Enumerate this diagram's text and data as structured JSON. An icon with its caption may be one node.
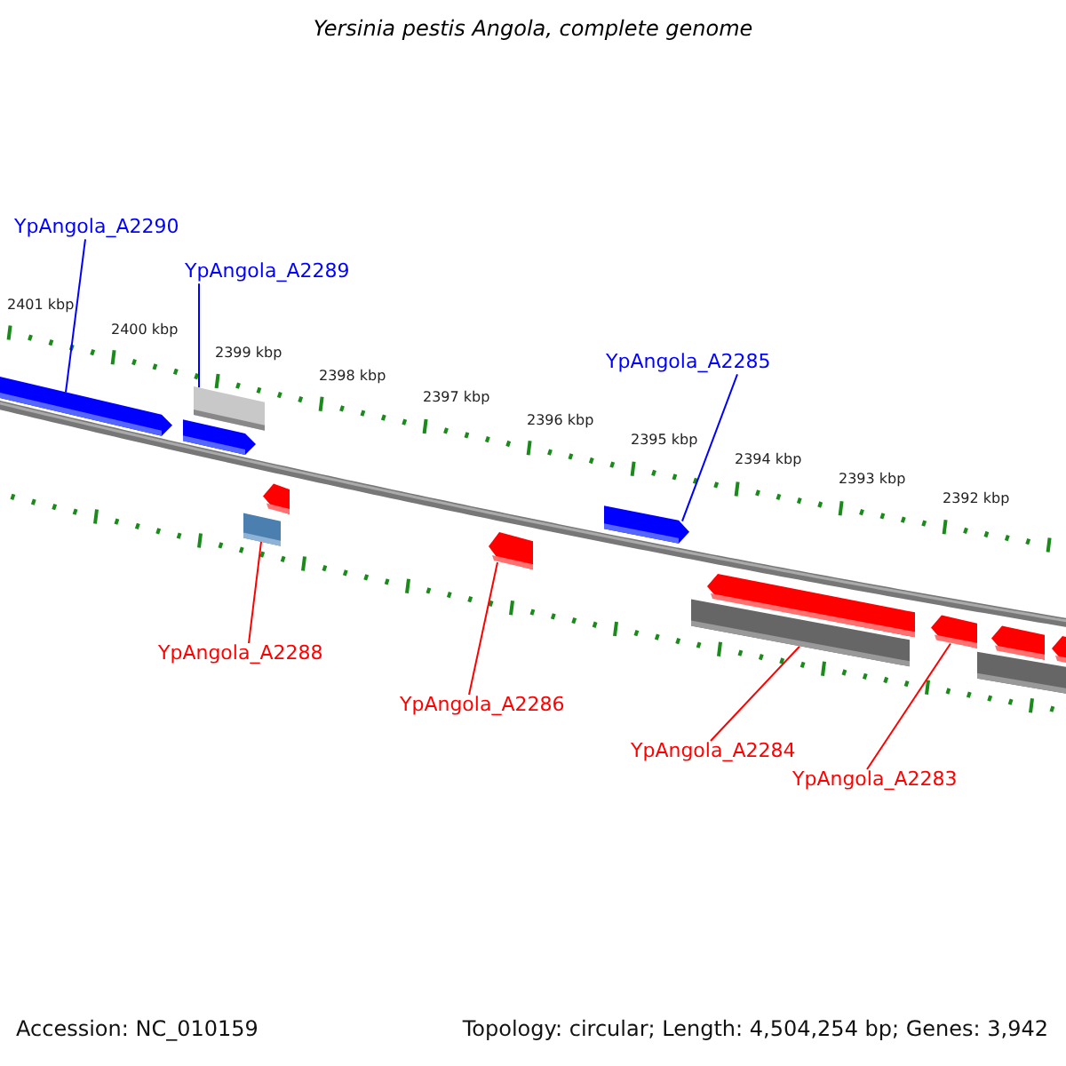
{
  "diagram": {
    "title": "Yersinia pestis Angola, complete genome",
    "nodes": [
      {
        "text": [
          "YpAngola_A2290"
        ]
      },
      {
        "text": [
          "YpAngola_A2289"
        ]
      },
      {
        "text": [
          "YpAngola_A2285"
        ]
      },
      {
        "text": [
          "YpAngola_A2288"
        ]
      },
      {
        "text": [
          "YpAngola_A2286"
        ]
      },
      {
        "text": [
          "YpAngola_A2284"
        ]
      },
      {
        "text": [
          "YpAngola_A2283"
        ]
      },
      {
        "text": [],
        "shape": "arrow"
      },
      {
        "text": [],
        "shape": "arrow"
      },
      {
        "text": [],
        "shape": "bar"
      },
      {
        "text": [],
        "shape": "bar"
      },
      {
        "text": [],
        "shape": "arrow"
      },
      {
        "text": [],
        "shape": "arrow"
      },
      {
        "text": [],
        "shape": "arrow"
      },
      {
        "text": [],
        "shape": "bar"
      },
      {
        "text": [],
        "shape": "arrow"
      },
      {
        "text": [],
        "shape": "arrow"
      },
      {
        "text": [],
        "shape": "bar"
      },
      {
        "text": [],
        "shape": "arrow"
      },
      {
        "text": [],
        "shape": "arrow"
      }
    ],
    "edges": [
      {
        "from": 0,
        "to": 7,
        "arrow": "none",
        "color": "#0000ff"
      },
      {
        "from": 1,
        "to": 9,
        "arrow": "none",
        "color": "#0000ff"
      },
      {
        "from": 2,
        "to": 13,
        "arrow": "none",
        "color": "#0000ff"
      },
      {
        "from": 3,
        "to": 10,
        "arrow": "none"
      },
      {
        "from": 4,
        "to": 12,
        "arrow": "none"
      },
      {
        "from": 5,
        "to": 14,
        "arrow": "none"
      },
      {
        "from": 6,
        "to": 16,
        "arrow": "none"
      }
    ],
    "labels": [
      "2401 kbp",
      "2400 kbp",
      "2399 kbp",
      "2398 kbp",
      "2397 kbp",
      "2396 kbp",
      "2395 kbp",
      "2394 kbp",
      "2393 kbp",
      "2392 kbp",
      "Accession: NC_010159",
      "Topology: circular; Length: 4,504,254 bp; Genes: 3,942"
    ]
  }
}
